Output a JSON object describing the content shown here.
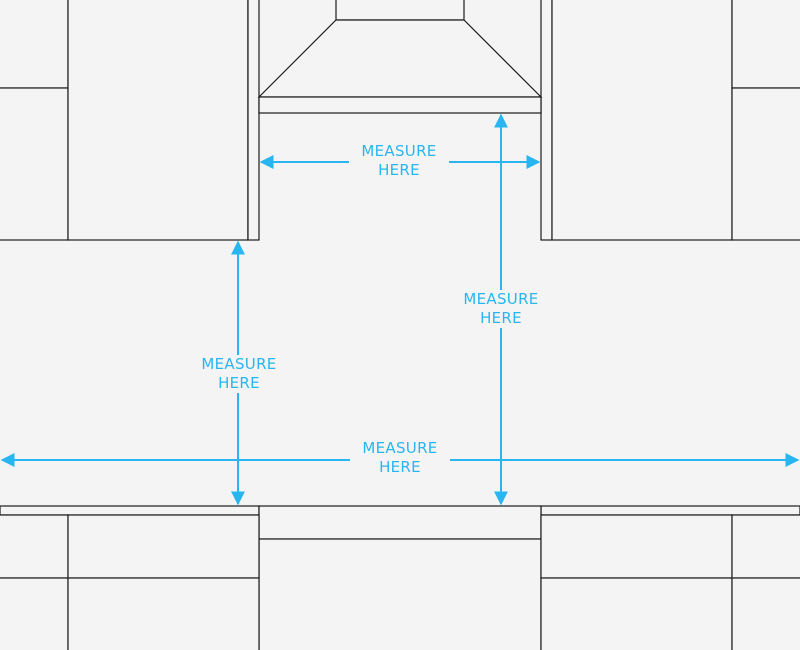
{
  "colors": {
    "background": "#f4f4f4",
    "outline": "#1c1c1c",
    "arrow": "#29b6f0"
  },
  "labels": {
    "hood_width": {
      "line1": "MEASURE",
      "line2": "HERE"
    },
    "hood_height": {
      "line1": "MEASURE",
      "line2": "HERE"
    },
    "cabinet_height": {
      "line1": "MEASURE",
      "line2": "HERE"
    },
    "counter_width": {
      "line1": "MEASURE",
      "line2": "HERE"
    }
  }
}
